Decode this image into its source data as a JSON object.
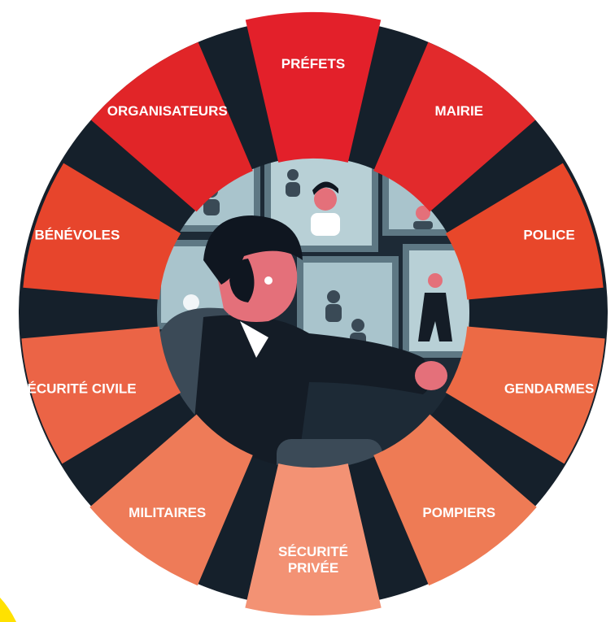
{
  "diagram": {
    "segments": [
      {
        "label": [
          "PRÉFETS"
        ],
        "color": "#e3202a"
      },
      {
        "label": [
          "MAIRIE"
        ],
        "color": "#e22a2c"
      },
      {
        "label": [
          "POLICE"
        ],
        "color": "#e8472a"
      },
      {
        "label": [
          "GENDARMES"
        ],
        "color": "#ec6a45"
      },
      {
        "label": [
          "POMPIERS"
        ],
        "color": "#ee7b55"
      },
      {
        "label": [
          "SÉCURITÉ",
          "PRIVÉE"
        ],
        "color": "#f39274"
      },
      {
        "label": [
          "MILITAIRES"
        ],
        "color": "#ee7b58"
      },
      {
        "label": [
          "SÉCURITÉ CIVILE"
        ],
        "color": "#eb6446"
      },
      {
        "label": [
          "BÉNÉVOLES"
        ],
        "color": "#e7452c"
      },
      {
        "label": [
          "ORGANISATEURS"
        ],
        "color": "#e12528"
      }
    ]
  },
  "colors": {
    "ring_dark": "#15202b",
    "screen": "#a9c4cc",
    "screen_frame": "#5e7884",
    "skin": "#e4707a",
    "suit": "#141c26",
    "hair": "#0f1620",
    "chair": "#3b4a57",
    "corner_accent": "#ffe100"
  },
  "illustration": {
    "icon": "security-operator-watching-monitors-illustration"
  }
}
